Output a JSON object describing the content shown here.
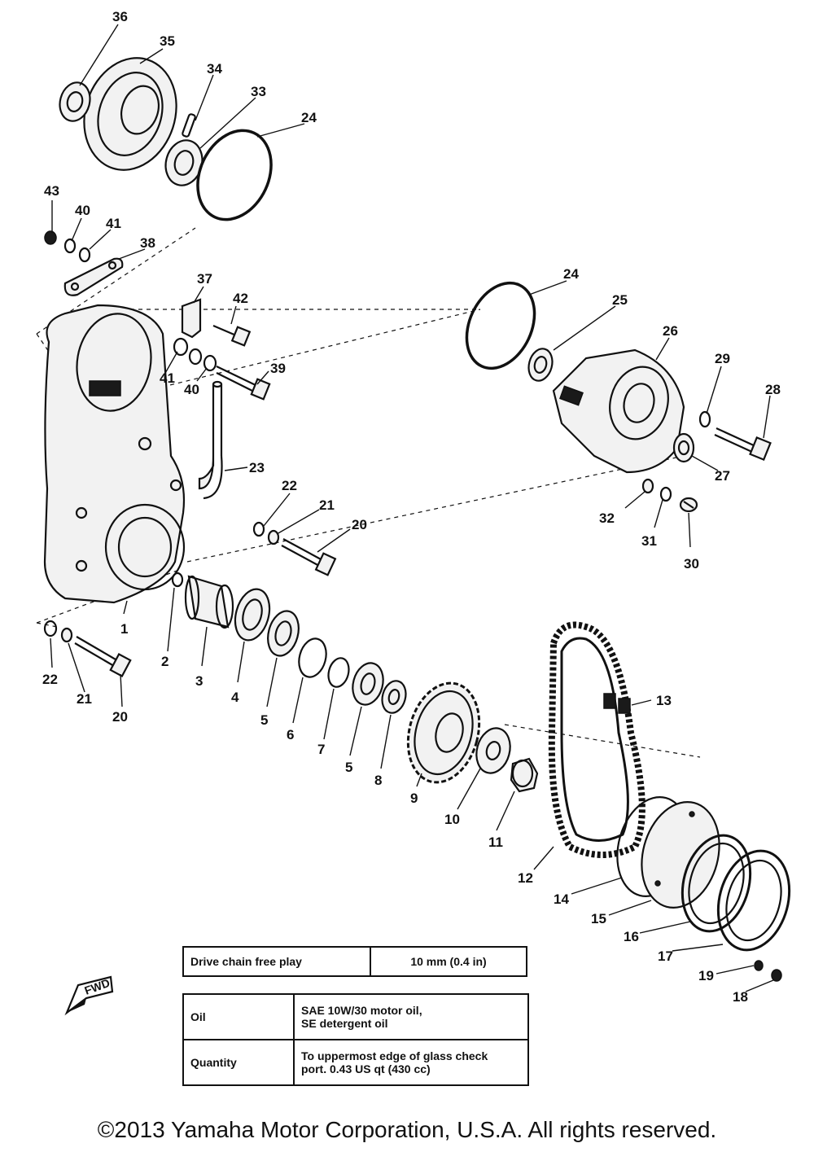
{
  "diagram": {
    "part_labels": [
      "36",
      "35",
      "34",
      "33",
      "24",
      "43",
      "40",
      "41",
      "38",
      "37",
      "42",
      "41",
      "40",
      "39",
      "23",
      "22",
      "21",
      "20",
      "24",
      "25",
      "26",
      "29",
      "28",
      "27",
      "32",
      "31",
      "30",
      "2",
      "3",
      "4",
      "5",
      "6",
      "7",
      "5",
      "8",
      "9",
      "10",
      "11",
      "13",
      "12",
      "14",
      "15",
      "16",
      "17",
      "19",
      "18",
      "22",
      "21",
      "20",
      "1"
    ]
  },
  "spec_chain": {
    "label": "Drive chain free play",
    "value": "10 mm (0.4 in)"
  },
  "spec_oil": {
    "oil_label": "Oil",
    "oil_value_line1": "SAE 10W/30 motor oil,",
    "oil_value_line2": "SE detergent oil",
    "quantity_label": "Quantity",
    "quantity_value_line1": "To uppermost edge of glass check",
    "quantity_value_line2": "port.  0.43 US qt (430 cc)"
  },
  "fwd_logo": "FWD",
  "copyright": "©2013 Yamaha Motor Corporation, U.S.A. All rights reserved."
}
